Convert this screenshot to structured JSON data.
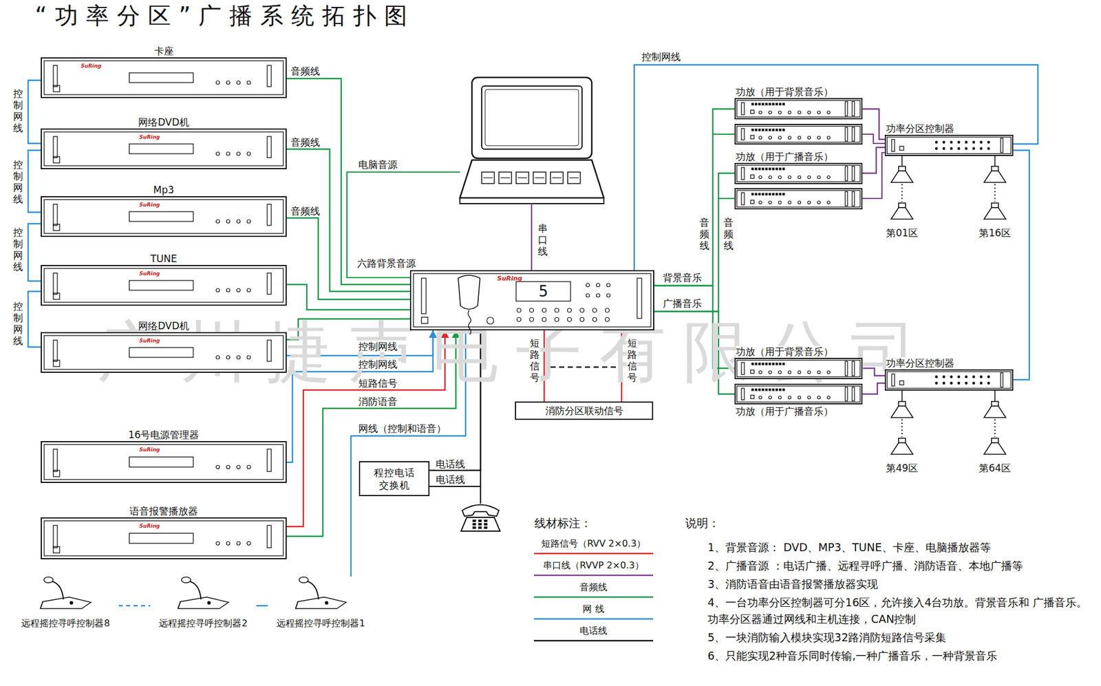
{
  "diagram": {
    "title": "“功率分区”广播系统拓扑图",
    "nodes": [
      {
        "text": [
          "卡座",
          "SuRing"
        ]
      },
      {
        "text": [
          "网络DVD机",
          "SuRing"
        ]
      },
      {
        "text": [
          "Mp3",
          "SuRing"
        ]
      },
      {
        "text": [
          "TUNE",
          "SuRing"
        ]
      },
      {
        "text": [
          "网络DVD机",
          "SuRing"
        ]
      },
      {
        "text": [
          "SuRing",
          "5"
        ]
      },
      {
        "text": [
          "16号电源管理器",
          "SuRing"
        ]
      },
      {
        "text": [
          "语音报警播放器",
          "SuRing"
        ]
      },
      {
        "text": [
          "程控电话交换机"
        ]
      },
      {
        "text": [
          "消防分区联动信号"
        ]
      },
      {
        "text": [
          "远程摇控寻呼控制器8"
        ]
      },
      {
        "text": [
          "远程摇控寻呼控制器2"
        ]
      },
      {
        "text": [
          "远程摇控寻呼控制器1"
        ]
      },
      {
        "text": [
          "功放（用于背景音乐）"
        ]
      },
      {
        "text": [
          "功放（用于广播音乐）"
        ]
      },
      {
        "text": [
          "功率分区控制器"
        ]
      },
      {
        "text": [
          "功放（用于背景音乐）"
        ]
      },
      {
        "text": [
          "功放（用于广播音乐）"
        ]
      },
      {
        "text": [
          "功率分区控制器"
        ]
      }
    ],
    "edges": [
      {
        "from": 0,
        "to": 5,
        "label": "音频线",
        "arrow": "none"
      },
      {
        "from": 1,
        "to": 5,
        "label": "音频线",
        "arrow": "none"
      },
      {
        "from": 2,
        "to": 5,
        "label": "音频线",
        "arrow": "none"
      },
      {
        "from": 3,
        "to": 5,
        "arrow": "none"
      },
      {
        "from": 4,
        "to": 5,
        "arrow": "none"
      },
      {
        "from": 0,
        "to": 1,
        "label": "控制网线",
        "arrow": "none"
      },
      {
        "from": 1,
        "to": 2,
        "label": "控制网线",
        "arrow": "none"
      },
      {
        "from": 2,
        "to": 3,
        "label": "控制网线",
        "arrow": "none"
      },
      {
        "from": 3,
        "to": 4,
        "label": "控制网线",
        "arrow": "none"
      },
      {
        "from": 4,
        "to": 5,
        "label": "控制网线",
        "arrow": "to"
      },
      {
        "from": 6,
        "to": 5,
        "label": "控制网线",
        "arrow": "to"
      },
      {
        "from": 7,
        "to": 5,
        "label": "短路信号",
        "arrow": "to"
      },
      {
        "from": 7,
        "to": 5,
        "label": "消防语音",
        "arrow": "to"
      },
      {
        "from": 12,
        "to": 5,
        "label": "网线（控制和语音）",
        "arrow": "none"
      },
      {
        "from": 10,
        "to": 11,
        "arrow": "none"
      },
      {
        "from": 11,
        "to": 12,
        "arrow": "none"
      },
      {
        "from": 8,
        "to": 5,
        "label": "电话线",
        "arrow": "none"
      },
      {
        "from": 5,
        "to": 9,
        "label": "短路信号",
        "arrow": "none"
      },
      {
        "from": 5,
        "to": 9,
        "label": "短路信号",
        "arrow": "none"
      },
      {
        "from": 5,
        "to": 13,
        "label": "背景音乐",
        "arrow": "none"
      },
      {
        "from": 5,
        "to": 14,
        "label": "广播音乐",
        "arrow": "none"
      },
      {
        "from": 5,
        "to": 16,
        "arrow": "none"
      },
      {
        "from": 5,
        "to": 17,
        "arrow": "none"
      },
      {
        "from": 5,
        "to": 15,
        "label": "控制网线",
        "arrow": "none"
      },
      {
        "from": 15,
        "to": 18,
        "arrow": "none"
      },
      {
        "from": 13,
        "to": 15,
        "arrow": "none"
      },
      {
        "from": 14,
        "to": 15,
        "arrow": "none"
      },
      {
        "from": 16,
        "to": 18,
        "arrow": "none"
      },
      {
        "from": 17,
        "to": 18,
        "arrow": "none"
      }
    ],
    "labels": [
      "六路背景音源",
      "电脑音源",
      "串口线",
      "电话线",
      "音频线",
      "音频线",
      "第01区",
      "第16区",
      "第49区",
      "第64区",
      "广州捷声电子有限公司",
      "线材标注：",
      "说明：",
      "1、背景音源： DVD、MP3、TUNE、卡座、电脑播放器等",
      "2、广播音源 ：电话广播、远程寻呼广播、消防语音、本地广播等",
      "3、消防语音由语音报警播放器实现",
      "4、一台功率分区控制器可分16区，允许接入4台功放。背景音乐和 广播音乐。功率分区器通过网线和主机连接，CAN控制",
      "5、一块消防输入模块实现32路消防短路信号采集",
      "6、只能实现2种音乐同时传输,一种广播音乐，一种背景音乐"
    ],
    "legend": [
      {
        "text": "短路信号（RVV 2×0.3）"
      },
      {
        "text": "串口线（RVVP 2×0.3）"
      },
      {
        "text": "音频线"
      },
      {
        "text": "网 线"
      },
      {
        "text": "电话线"
      }
    ]
  }
}
